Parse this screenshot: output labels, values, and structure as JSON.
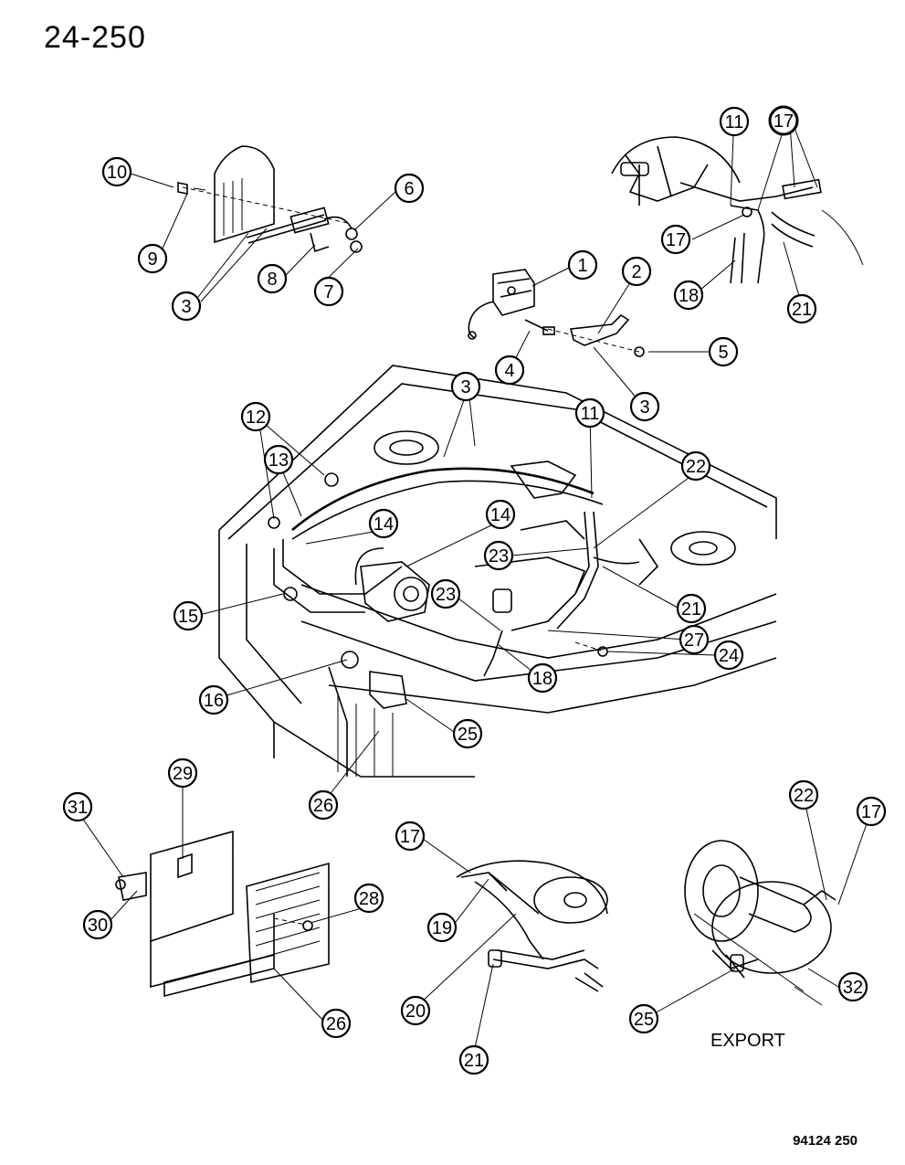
{
  "page_code": "24-250",
  "doc_number": "94124 250",
  "export_label": "EXPORT",
  "callouts": [
    "1",
    "2",
    "3",
    "4",
    "5",
    "6",
    "7",
    "8",
    "9",
    "10",
    "11",
    "12",
    "13",
    "14",
    "15",
    "16",
    "17",
    "18",
    "19",
    "20",
    "21",
    "22",
    "23",
    "24",
    "25",
    "26",
    "27",
    "28",
    "29",
    "30",
    "31",
    "32"
  ]
}
